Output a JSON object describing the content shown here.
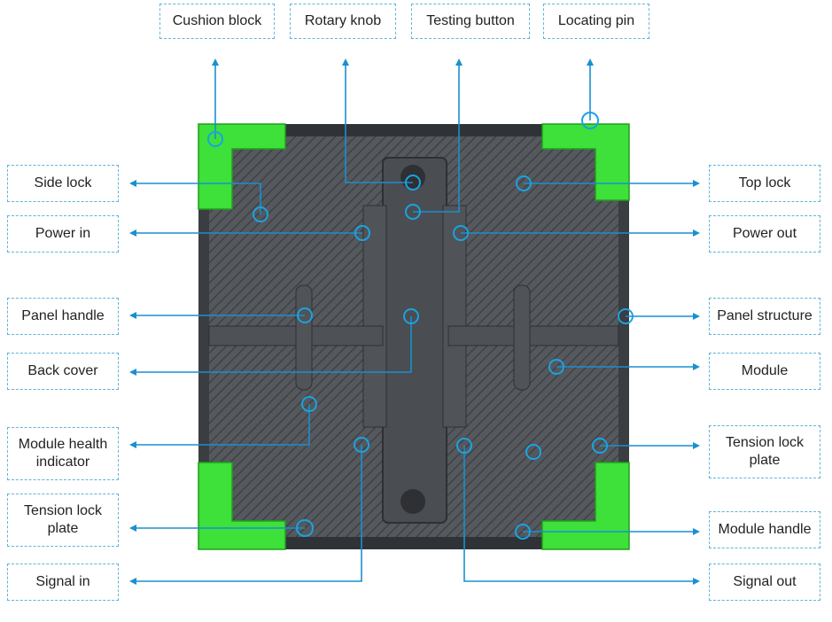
{
  "top_labels": [
    "Cushion block",
    "Rotary knob",
    "Testing button",
    "Locating pin"
  ],
  "left_labels": [
    "Side lock",
    "Power in",
    "Panel handle",
    "Back cover",
    "Module health indicator",
    "Tension lock plate",
    "Signal in"
  ],
  "right_labels": [
    "Top lock",
    "Power out",
    "Panel structure",
    "Module",
    "Tension lock plate",
    "Module handle",
    "Signal out"
  ],
  "colors": {
    "line": "#1a8fd0",
    "corner": "#3ee03a",
    "panel": "#4a4d52",
    "border": "#5fb3d9"
  }
}
